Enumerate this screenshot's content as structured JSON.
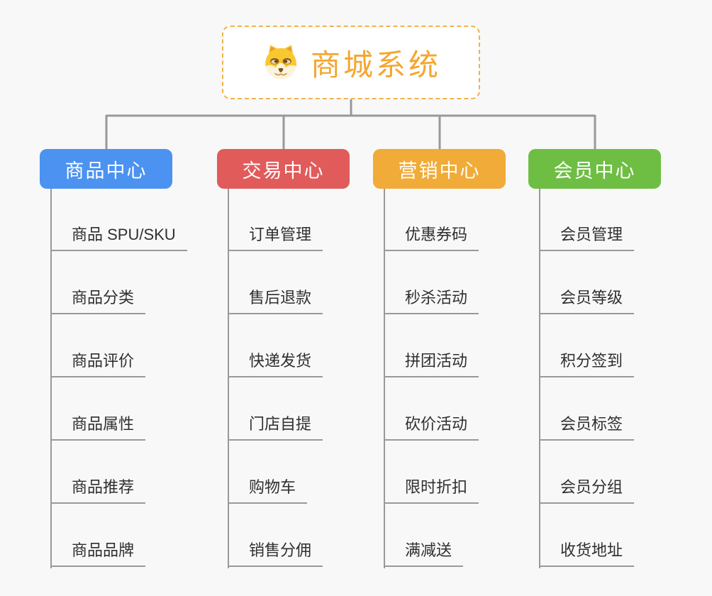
{
  "root": {
    "title": "商城系统",
    "icon": "dog-face-icon"
  },
  "branches": [
    {
      "id": "product-center",
      "label": "商品中心",
      "color": "#4C92F0",
      "items": [
        "商品 SPU/SKU",
        "商品分类",
        "商品评价",
        "商品属性",
        "商品推荐",
        "商品品牌"
      ]
    },
    {
      "id": "trade-center",
      "label": "交易中心",
      "color": "#E15B5B",
      "items": [
        "订单管理",
        "售后退款",
        "快递发货",
        "门店自提",
        "购物车",
        "销售分佣"
      ]
    },
    {
      "id": "marketing-center",
      "label": "营销中心",
      "color": "#F0AB38",
      "items": [
        "优惠券码",
        "秒杀活动",
        "拼团活动",
        "砍价活动",
        "限时折扣",
        "满减送"
      ]
    },
    {
      "id": "member-center",
      "label": "会员中心",
      "color": "#6EBE44",
      "items": [
        "会员管理",
        "会员等级",
        "积分签到",
        "会员标签",
        "会员分组",
        "收货地址"
      ]
    }
  ],
  "style": {
    "background": "#F8F8F8",
    "connector_color": "#999999",
    "root_accent": "#F5A62F",
    "root_border": "#F3B14B",
    "item_text_color": "#2F2F2F"
  }
}
